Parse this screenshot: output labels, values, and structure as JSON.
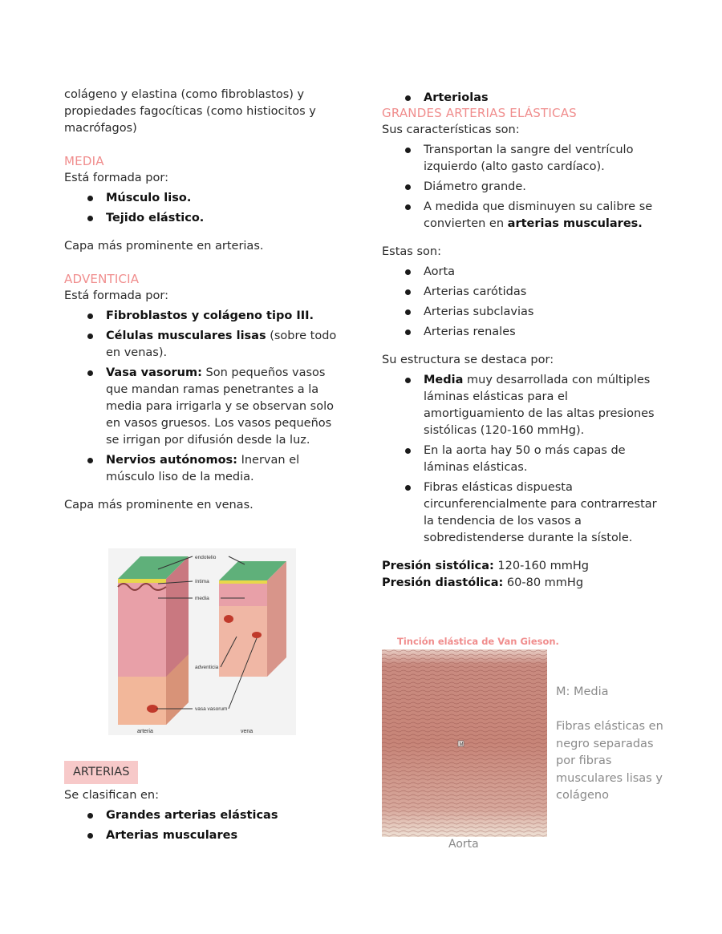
{
  "left": {
    "intro": "colágeno y elastina (como fibroblastos) y propiedades fagocíticas (como histiocitos y macrófagos)",
    "media": {
      "heading": "MEDIA",
      "lead": "Está formada por:",
      "items": [
        "Músculo liso.",
        "Tejido elástico."
      ],
      "note": "Capa más prominente en arterias."
    },
    "adventicia": {
      "heading": "ADVENTICIA",
      "lead": "Está formada por:",
      "item1_bold": "Fibroblastos y colágeno tipo III.",
      "item2_bold": "Células musculares lisas",
      "item2_rest": " (sobre todo en venas).",
      "item3_bold": "Vasa vasorum:",
      "item3_rest": " Son pequeños vasos que mandan ramas penetrantes a la media para irrigarla y se observan solo en vasos gruesos. Los vasos pequeños se irrigan por difusión desde la luz.",
      "item4_bold": "Nervios autónomos:",
      "item4_rest": " Inervan el músculo liso de la media.",
      "note": "Capa más prominente en venas."
    },
    "figure": {
      "labels": {
        "endotelio": "endotelio",
        "intima": "íntima",
        "media": "media",
        "adventicia": "adventicia",
        "vasa": "vasa vasorum",
        "arteria": "arteria",
        "vena": "vena"
      }
    },
    "arterias": {
      "heading": "ARTERIAS",
      "lead": "Se clasifican en:",
      "items": [
        "Grandes arterias elásticas",
        "Arterias musculares"
      ]
    }
  },
  "right": {
    "top_item": "Arteriolas",
    "heading": "GRANDES ARTERIAS ELÁSTICAS",
    "lead": "Sus características son:",
    "char1": "Transportan la sangre del ventrículo izquierdo (alto gasto cardíaco).",
    "char2": "Diámetro grande.",
    "char3_pre": "A medida que disminuyen su calibre se convierten en ",
    "char3_bold": "arterias musculares.",
    "examples_lead": "Estas son:",
    "examples": [
      "Aorta",
      "Arterias carótidas",
      "Arterias subclavias",
      "Arterias renales"
    ],
    "structure_lead": "Su estructura se destaca por:",
    "s1_bold": "Media",
    "s1_rest": " muy desarrollada con múltiples láminas elásticas para el amortiguamiento de las altas presiones sistólicas (120-160 mmHg).",
    "s2": "En la aorta hay 50 o más capas de láminas elásticas.",
    "s3": "Fibras elásticas dispuesta circunferencialmente para contrarrestar la tendencia de los vasos a sobredistenderse durante la sístole.",
    "sistolica_label": "Presión sistólica:",
    "sistolica_value": " 120-160 mmHg",
    "diastolica_label": "Presión diastólica:",
    "diastolica_value": " 60-80 mmHg",
    "stain_title": "Tinción elástica de Van Gieson.",
    "stain_marker": "M",
    "stain_caption": "Aorta",
    "note1": "M: Media",
    "note2": "Fibras elásticas en negro separadas por fibras musculares lisas y colágeno"
  }
}
